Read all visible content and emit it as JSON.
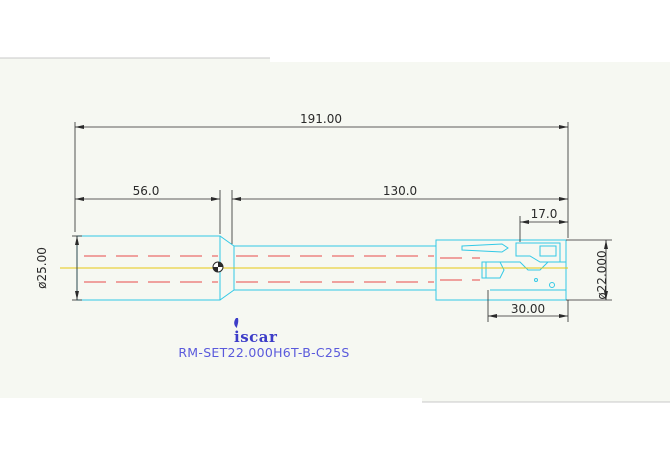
{
  "drawing": {
    "dimensions": {
      "overall_length": "191.00",
      "shank_length": "56.0",
      "body_length": "130.0",
      "insert_length": "17.0",
      "head_length": "30.00",
      "shank_diameter": "ø25.00",
      "cutting_diameter": "ø22.000"
    },
    "brand_logo": "iscar",
    "product_code": "RM-SET22.000H6T-B-C25S"
  },
  "colors": {
    "background": "#ffffff",
    "panel": "#f6f8f2",
    "tool_outline": "#33c9e6",
    "center_line": "#e6c812",
    "hidden_line": "#e84a4a",
    "dimension_line": "#2a2a2a",
    "text_blue": "#5a5adc"
  }
}
